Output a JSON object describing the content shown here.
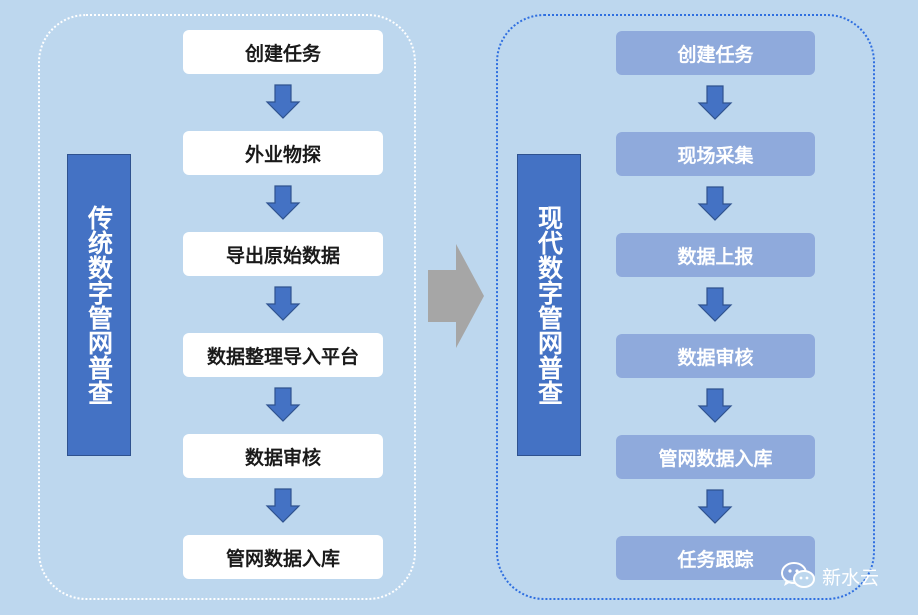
{
  "traditional": {
    "title": "传统数字管网普查",
    "steps": [
      "创建任务",
      "外业物探",
      "导出原始数据",
      "数据整理导入平台",
      "数据审核",
      "管网数据入库"
    ]
  },
  "modern": {
    "title": "现代数字管网普查",
    "steps": [
      "创建任务",
      "现场采集",
      "数据上报",
      "数据审核",
      "管网数据入库",
      "任务跟踪"
    ]
  },
  "watermark": {
    "icon": "wechat-icon",
    "text": "新水云"
  },
  "colors": {
    "background": "#bdd7ee",
    "label_fill": "#4472c4",
    "modern_step_fill": "#8faadc",
    "traditional_step_fill": "#ffffff",
    "arrow_fill": "#4472c4",
    "transition_arrow": "#a6a6a6"
  }
}
